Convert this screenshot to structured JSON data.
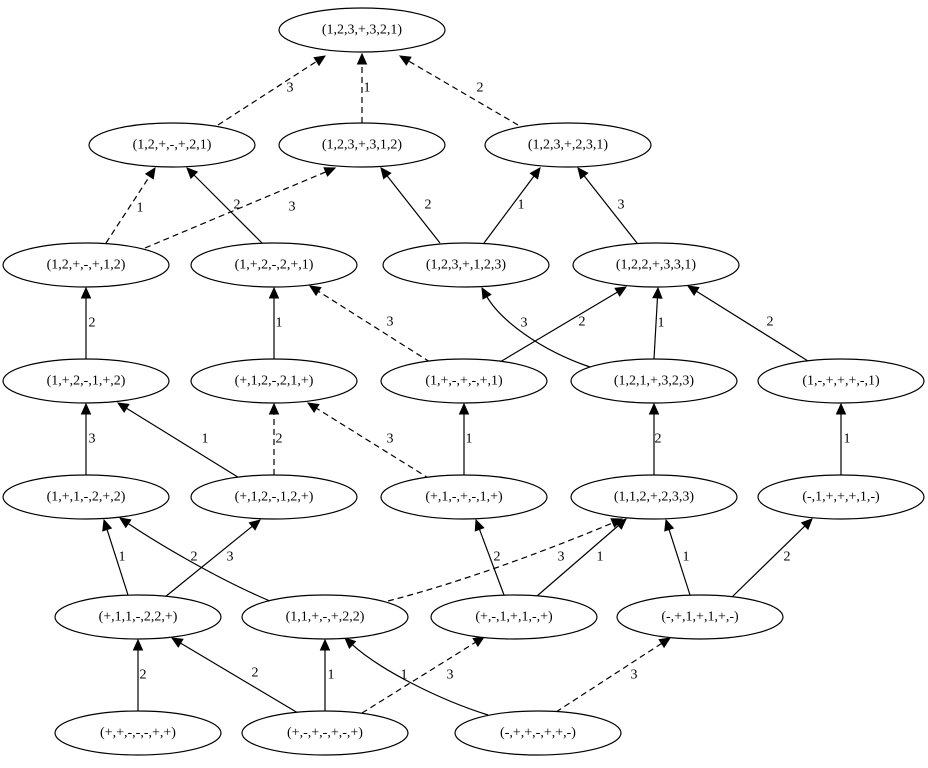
{
  "nodes": [
    {
      "id": "n1",
      "label": "(1,2,3,+,3,2,1)"
    },
    {
      "id": "n2",
      "label": "(1,2,+,-,+,2,1)"
    },
    {
      "id": "n3",
      "label": "(1,2,3,+,3,1,2)"
    },
    {
      "id": "n4",
      "label": "(1,2,3,+,2,3,1)"
    },
    {
      "id": "n5",
      "label": "(1,2,+,-,+,1,2)"
    },
    {
      "id": "n6",
      "label": "(1,+,2,-,2,+,1)"
    },
    {
      "id": "n7",
      "label": "(1,2,3,+,1,2,3)"
    },
    {
      "id": "n8",
      "label": "(1,2,2,+,3,3,1)"
    },
    {
      "id": "n9",
      "label": "(1,+,2,-,1,+,2)"
    },
    {
      "id": "n10",
      "label": "(+,1,2,-,2,1,+)"
    },
    {
      "id": "n11",
      "label": "(1,+,-,+,-,+,1)"
    },
    {
      "id": "n12",
      "label": "(1,2,1,+,3,2,3)"
    },
    {
      "id": "n13",
      "label": "(1,-,+,+,+,-,1)"
    },
    {
      "id": "n14",
      "label": "(1,+,1,-,2,+,2)"
    },
    {
      "id": "n15",
      "label": "(+,1,2,-,1,2,+)"
    },
    {
      "id": "n16",
      "label": "(+,1,-,+,-,1,+)"
    },
    {
      "id": "n17",
      "label": "(1,1,2,+,2,3,3)"
    },
    {
      "id": "n18",
      "label": "(-,1,+,+,+,1,-)"
    },
    {
      "id": "n19",
      "label": "(+,1,1,-,2,2,+)"
    },
    {
      "id": "n20",
      "label": "(1,1,+,-,+,2,2)"
    },
    {
      "id": "n21",
      "label": "(+,-,1,+,1,-,+)"
    },
    {
      "id": "n22",
      "label": "(-,+,1,+,1,+,-)"
    },
    {
      "id": "n23",
      "label": "(+,+,-,-,-,+,+)"
    },
    {
      "id": "n24",
      "label": "(+,-,+,-,+,-,+)"
    },
    {
      "id": "n25",
      "label": "(-,+,+,-,+,+,-)"
    }
  ],
  "edges": [
    {
      "from": "n2",
      "to": "n1",
      "label": "3",
      "style": "dashed"
    },
    {
      "from": "n3",
      "to": "n1",
      "label": "1",
      "style": "dashed"
    },
    {
      "from": "n4",
      "to": "n1",
      "label": "2",
      "style": "dashed"
    },
    {
      "from": "n5",
      "to": "n2",
      "label": "1",
      "style": "dashed"
    },
    {
      "from": "n6",
      "to": "n2",
      "label": "2",
      "style": "solid"
    },
    {
      "from": "n5",
      "to": "n3",
      "label": "3",
      "style": "dashed"
    },
    {
      "from": "n7",
      "to": "n3",
      "label": "2",
      "style": "solid"
    },
    {
      "from": "n7",
      "to": "n4",
      "label": "1",
      "style": "solid"
    },
    {
      "from": "n8",
      "to": "n4",
      "label": "3",
      "style": "solid"
    },
    {
      "from": "n9",
      "to": "n5",
      "label": "2",
      "style": "solid"
    },
    {
      "from": "n10",
      "to": "n6",
      "label": "1",
      "style": "solid"
    },
    {
      "from": "n11",
      "to": "n6",
      "label": "3",
      "style": "dashed"
    },
    {
      "from": "n12",
      "to": "n7",
      "label": "3",
      "style": "solid"
    },
    {
      "from": "n11",
      "to": "n8",
      "label": "2",
      "style": "solid"
    },
    {
      "from": "n12",
      "to": "n8",
      "label": "1",
      "style": "solid"
    },
    {
      "from": "n13",
      "to": "n8",
      "label": "2",
      "style": "solid"
    },
    {
      "from": "n14",
      "to": "n9",
      "label": "3",
      "style": "solid"
    },
    {
      "from": "n15",
      "to": "n9",
      "label": "1",
      "style": "solid"
    },
    {
      "from": "n15",
      "to": "n10",
      "label": "2",
      "style": "dashed"
    },
    {
      "from": "n16",
      "to": "n10",
      "label": "3",
      "style": "dashed"
    },
    {
      "from": "n16",
      "to": "n11",
      "label": "1",
      "style": "solid"
    },
    {
      "from": "n17",
      "to": "n12",
      "label": "2",
      "style": "solid"
    },
    {
      "from": "n18",
      "to": "n13",
      "label": "1",
      "style": "solid"
    },
    {
      "from": "n19",
      "to": "n14",
      "label": "1",
      "style": "solid"
    },
    {
      "from": "n20",
      "to": "n14",
      "label": "2",
      "style": "solid"
    },
    {
      "from": "n19",
      "to": "n15",
      "label": "3",
      "style": "solid"
    },
    {
      "from": "n21",
      "to": "n16",
      "label": "2",
      "style": "solid"
    },
    {
      "from": "n20",
      "to": "n17",
      "label": "3",
      "style": "dashed"
    },
    {
      "from": "n21",
      "to": "n17",
      "label": "1",
      "style": "solid"
    },
    {
      "from": "n22",
      "to": "n17",
      "label": "1",
      "style": "solid"
    },
    {
      "from": "n22",
      "to": "n18",
      "label": "2",
      "style": "solid"
    },
    {
      "from": "n23",
      "to": "n19",
      "label": "2",
      "style": "solid"
    },
    {
      "from": "n24",
      "to": "n19",
      "label": "2",
      "style": "solid"
    },
    {
      "from": "n24",
      "to": "n20",
      "label": "1",
      "style": "solid"
    },
    {
      "from": "n25",
      "to": "n20",
      "label": "1",
      "style": "solid"
    },
    {
      "from": "n24",
      "to": "n21",
      "label": "3",
      "style": "dashed"
    },
    {
      "from": "n25",
      "to": "n22",
      "label": "3",
      "style": "dashed"
    }
  ]
}
